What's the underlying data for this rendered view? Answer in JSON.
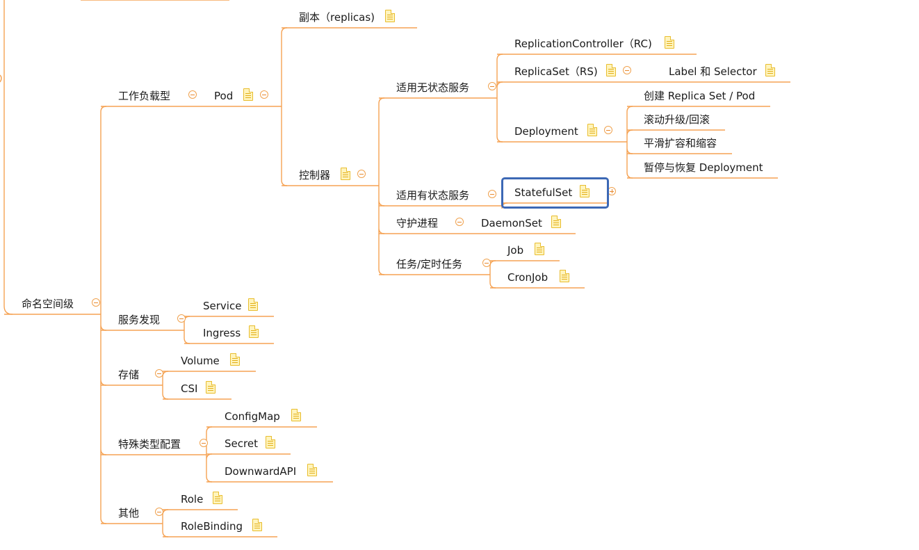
{
  "colors": {
    "branch": "#f5a253",
    "note_fill": "#fff4bd",
    "note_border": "#e8bd2e",
    "selection": "#3c68b5"
  },
  "nodes": [
    {
      "id": "namespace-level",
      "label": "命名空间级",
      "toggle": "collapse"
    },
    {
      "id": "workload-type",
      "label": "工作负载型",
      "toggle": "collapse"
    },
    {
      "id": "pod",
      "label": "Pod",
      "note": true,
      "toggle": "collapse"
    },
    {
      "id": "replicas",
      "label": "副本（replicas)",
      "note": true
    },
    {
      "id": "controller",
      "label": "控制器",
      "note": true,
      "toggle": "collapse"
    },
    {
      "id": "stateless-service",
      "label": "适用无状态服务",
      "toggle": "collapse"
    },
    {
      "id": "replication-controller",
      "label": "ReplicationController（RC)",
      "note": true
    },
    {
      "id": "replicaset",
      "label": "ReplicaSet（RS)",
      "note": true,
      "toggle": "collapse"
    },
    {
      "id": "label-selector",
      "label": "Label 和 Selector",
      "note": true
    },
    {
      "id": "deployment",
      "label": "Deployment",
      "note": true,
      "toggle": "collapse"
    },
    {
      "id": "create-replicaset-pod",
      "label": "创建 Replica Set / Pod"
    },
    {
      "id": "rolling-update",
      "label": "滚动升级/回滚"
    },
    {
      "id": "scale",
      "label": "平滑扩容和缩容"
    },
    {
      "id": "pause-resume",
      "label": "暂停与恢复 Deployment"
    },
    {
      "id": "stateful-service",
      "label": "适用有状态服务",
      "toggle": "collapse"
    },
    {
      "id": "statefulset",
      "label": "StatefulSet",
      "note": true,
      "toggle": "expand",
      "selected": true
    },
    {
      "id": "daemon-process",
      "label": "守护进程",
      "toggle": "collapse"
    },
    {
      "id": "daemonset",
      "label": "DaemonSet",
      "note": true
    },
    {
      "id": "job-tasks",
      "label": "任务/定时任务",
      "toggle": "collapse"
    },
    {
      "id": "job",
      "label": "Job",
      "note": true
    },
    {
      "id": "cronjob",
      "label": "CronJob",
      "note": true
    },
    {
      "id": "service-discovery",
      "label": "服务发现",
      "toggle": "collapse"
    },
    {
      "id": "service",
      "label": "Service",
      "note": true
    },
    {
      "id": "ingress",
      "label": "Ingress",
      "note": true
    },
    {
      "id": "storage",
      "label": "存储",
      "toggle": "collapse"
    },
    {
      "id": "volume",
      "label": "Volume",
      "note": true
    },
    {
      "id": "csi",
      "label": "CSI",
      "note": true
    },
    {
      "id": "special-config",
      "label": "特殊类型配置",
      "toggle": "collapse"
    },
    {
      "id": "configmap",
      "label": "ConfigMap",
      "note": true
    },
    {
      "id": "secret",
      "label": "Secret",
      "note": true
    },
    {
      "id": "downwardapi",
      "label": "DownwardAPI",
      "note": true
    },
    {
      "id": "other",
      "label": "其他",
      "toggle": "collapse"
    },
    {
      "id": "role",
      "label": "Role",
      "note": true
    },
    {
      "id": "rolebinding",
      "label": "RoleBinding",
      "note": true
    }
  ]
}
